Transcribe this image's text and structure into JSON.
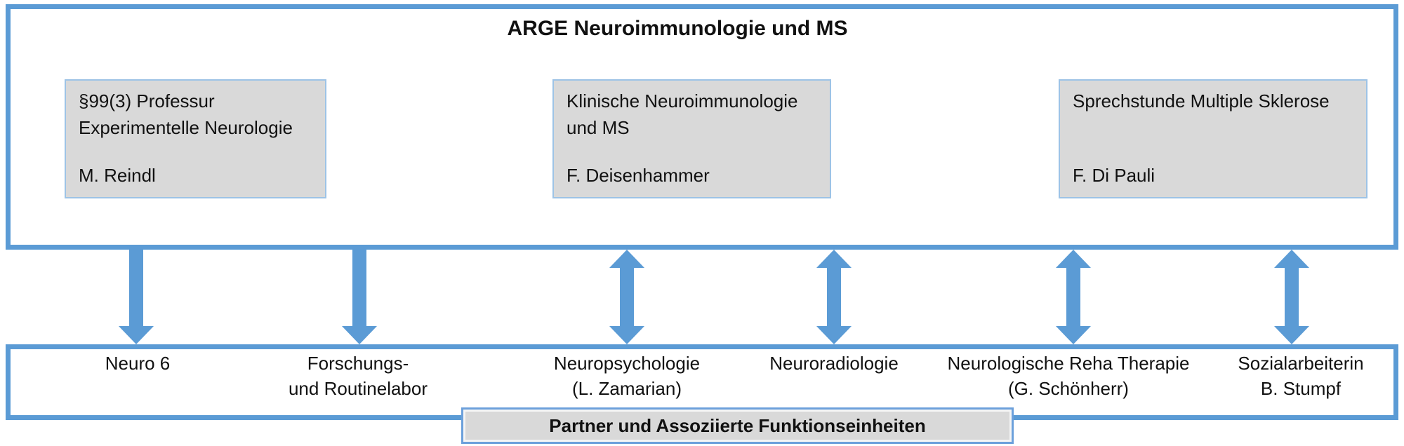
{
  "title": "ARGE Neuroimmunologie und MS",
  "top_section": {
    "units": [
      {
        "line1": "§99(3) Professur",
        "line2": "Experimentelle Neurologie",
        "person": "M. Reindl"
      },
      {
        "line1": "Klinische Neuroimmunologie",
        "line2": "und MS",
        "person": "F. Deisenhammer"
      },
      {
        "line1": "Sprechstunde Multiple Sklerose",
        "line2": "",
        "person": "F. Di Pauli"
      }
    ]
  },
  "connectors": [
    {
      "direction": "down"
    },
    {
      "direction": "down"
    },
    {
      "direction": "both"
    },
    {
      "direction": "both"
    },
    {
      "direction": "both"
    },
    {
      "direction": "both"
    }
  ],
  "bottom_section": {
    "units": [
      {
        "line1": "Neuro 6",
        "line2": ""
      },
      {
        "line1": "Forschungs-",
        "line2": "und Routinelabor"
      },
      {
        "line1": "Neuropsychologie",
        "line2": "(L. Zamarian)"
      },
      {
        "line1": "Neuroradiologie",
        "line2": ""
      },
      {
        "line1": "Neurologische Reha Therapie",
        "line2": "(G. Schönherr)"
      },
      {
        "line1": "Sozialarbeiterin",
        "line2": "B. Stumpf"
      }
    ]
  },
  "banner": {
    "label": "Partner und Assoziierte Funktionseinheiten"
  },
  "colors": {
    "accent_blue": "#5B9BD5",
    "light_blue_border": "#9DC3E6",
    "banner_border": "#6CA0DB",
    "gray_fill": "#D9D9D9"
  }
}
